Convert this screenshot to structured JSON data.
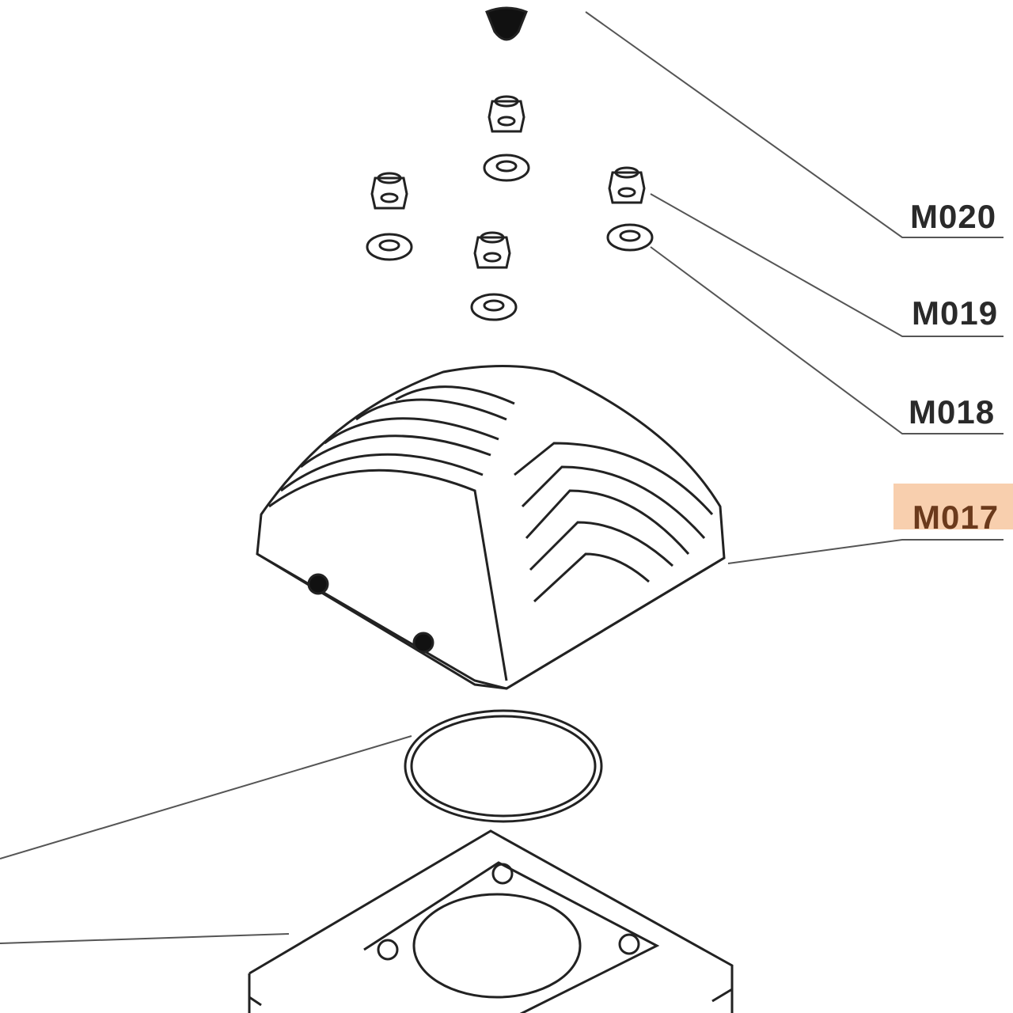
{
  "diagram": {
    "labels": [
      {
        "id": "M020",
        "text": "M020"
      },
      {
        "id": "M019",
        "text": "M019"
      },
      {
        "id": "M018",
        "text": "M018"
      },
      {
        "id": "M017",
        "text": "M017",
        "highlighted": true
      }
    ],
    "highlight_color": "#f8cfae",
    "highlight_text_color": "#6b3a1c"
  }
}
